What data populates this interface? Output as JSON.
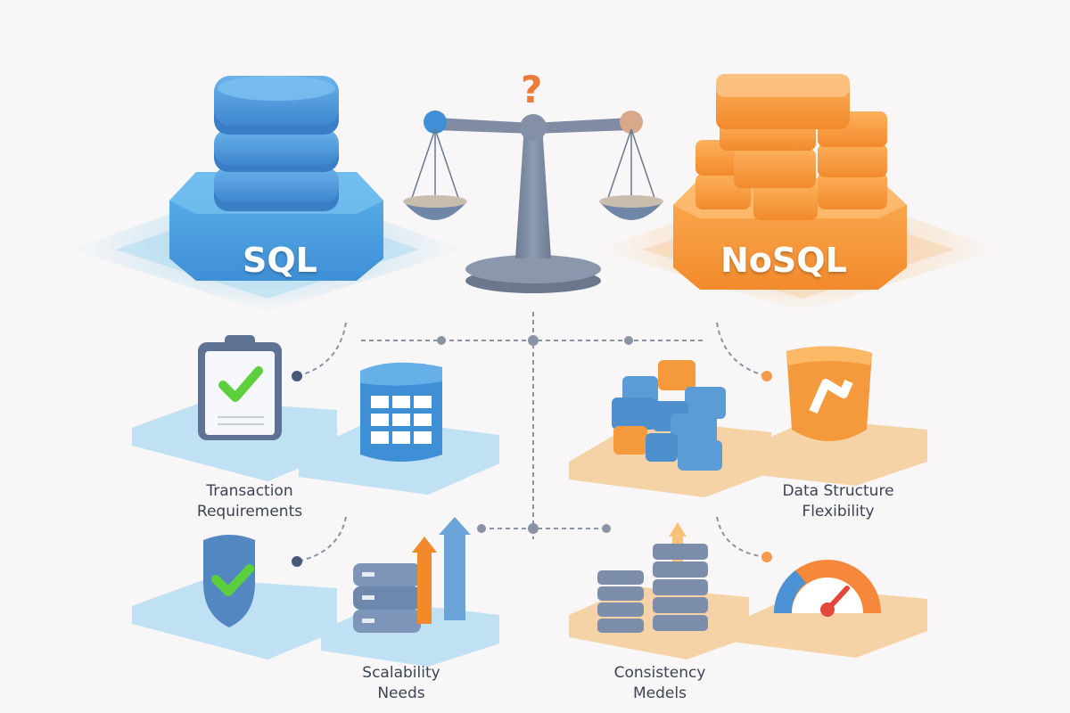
{
  "diagram": {
    "theme": {
      "background": "#f8f6f6",
      "sql_color": "#4a97db",
      "nosql_color": "#f59a3c",
      "scale_color": "#7c8ba3",
      "question_color": "#f07a3a",
      "connector_color": "#8a93a3",
      "check_color": "#5ccf3c",
      "label_color": "#3b4453"
    },
    "left": {
      "title": "SQL",
      "icon": "database-cylinder-icon",
      "factors": [
        {
          "label_lines": [
            "Transaction",
            "Requirements"
          ],
          "icons": [
            "clipboard-check-icon",
            "table-database-icon"
          ]
        },
        {
          "label_lines": [
            "Scalability",
            "Needs"
          ],
          "icons": [
            "shield-check-icon",
            "server-growth-icon"
          ]
        }
      ]
    },
    "center": {
      "icon": "balance-scale-icon",
      "symbol": "?"
    },
    "right": {
      "title": "NoSQL",
      "icon": "stacked-blocks-icon",
      "factors": [
        {
          "label_lines": [
            "Data Structure",
            "Flexibility"
          ],
          "icons": [
            "mixed-blocks-icon",
            "flexible-shield-icon"
          ]
        },
        {
          "label_lines": [
            "Consistency",
            "Medels"
          ],
          "icons": [
            "server-stacks-icon",
            "gauge-meter-icon"
          ]
        }
      ]
    }
  }
}
